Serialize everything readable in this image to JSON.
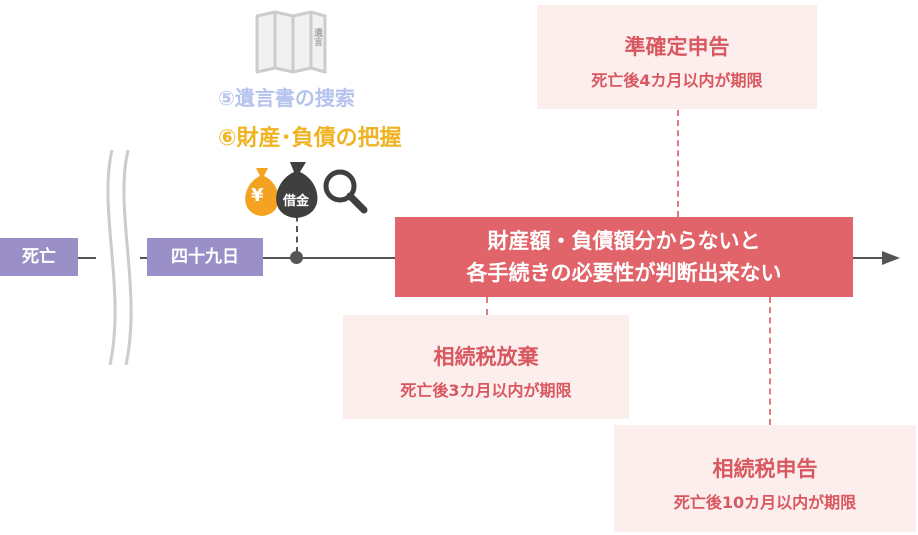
{
  "timeline": {
    "death_label": "死亡",
    "day49_label": "四十九日"
  },
  "steps": {
    "will_search": "⑤遺言書の捜索",
    "asset_grasp": "⑥財産･負債の把握"
  },
  "icons": {
    "will_map_text": "遺言",
    "yen_symbol": "¥",
    "debt_text": "借金"
  },
  "banner": {
    "line1": "財産額・負債額分からないと",
    "line2": "各手続きの必要性が判断出来ない"
  },
  "deadlines": {
    "renunciation": {
      "title": "相続税放棄",
      "limit": "死亡後3カ月以内が期限"
    },
    "income_tax": {
      "title": "準確定申告",
      "limit": "死亡後4カ月以内が期限"
    },
    "inheritance_tax": {
      "title": "相続税申告",
      "limit": "死亡後10カ月以内が期限"
    }
  },
  "colors": {
    "accent_red": "#e0646a",
    "pink_box": "#fdeeee",
    "tag_purple": "#9b8fc8",
    "yellow": "#f0b323",
    "light_blue": "#b5c3ee"
  }
}
